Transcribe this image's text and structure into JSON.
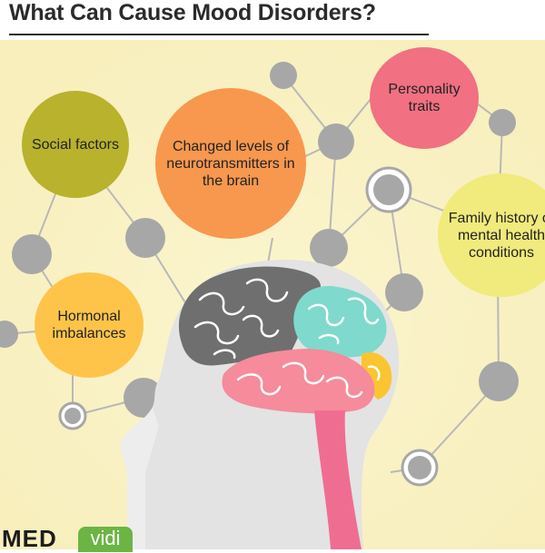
{
  "title": "What Can Cause Mood Disorders?",
  "factors": {
    "social": "Social factors",
    "neurotransmitters": "Changed levels of neurotransmitters in the brain",
    "personality": "Personality traits",
    "family": "Family history of mental health conditions",
    "hormonal": "Hormonal imbalances"
  },
  "logo": {
    "part1": "MED",
    "part2": "vidi"
  },
  "colors": {
    "background": "#faf3c8",
    "social": "#b8b22d",
    "neurotransmitters": "#f7984e",
    "personality": "#f17082",
    "family": "#f1ea7c",
    "hormonal": "#fec44a",
    "node": "#a7a7a7",
    "head": "#e3e3e3",
    "brain_frontal": "#6f6f6f",
    "brain_parietal": "#7fd9cd",
    "brain_temporal": "#f58b9b",
    "brain_occipital": "#fbc531",
    "brainstem": "#f06d92",
    "logo_green": "#6bb544"
  }
}
